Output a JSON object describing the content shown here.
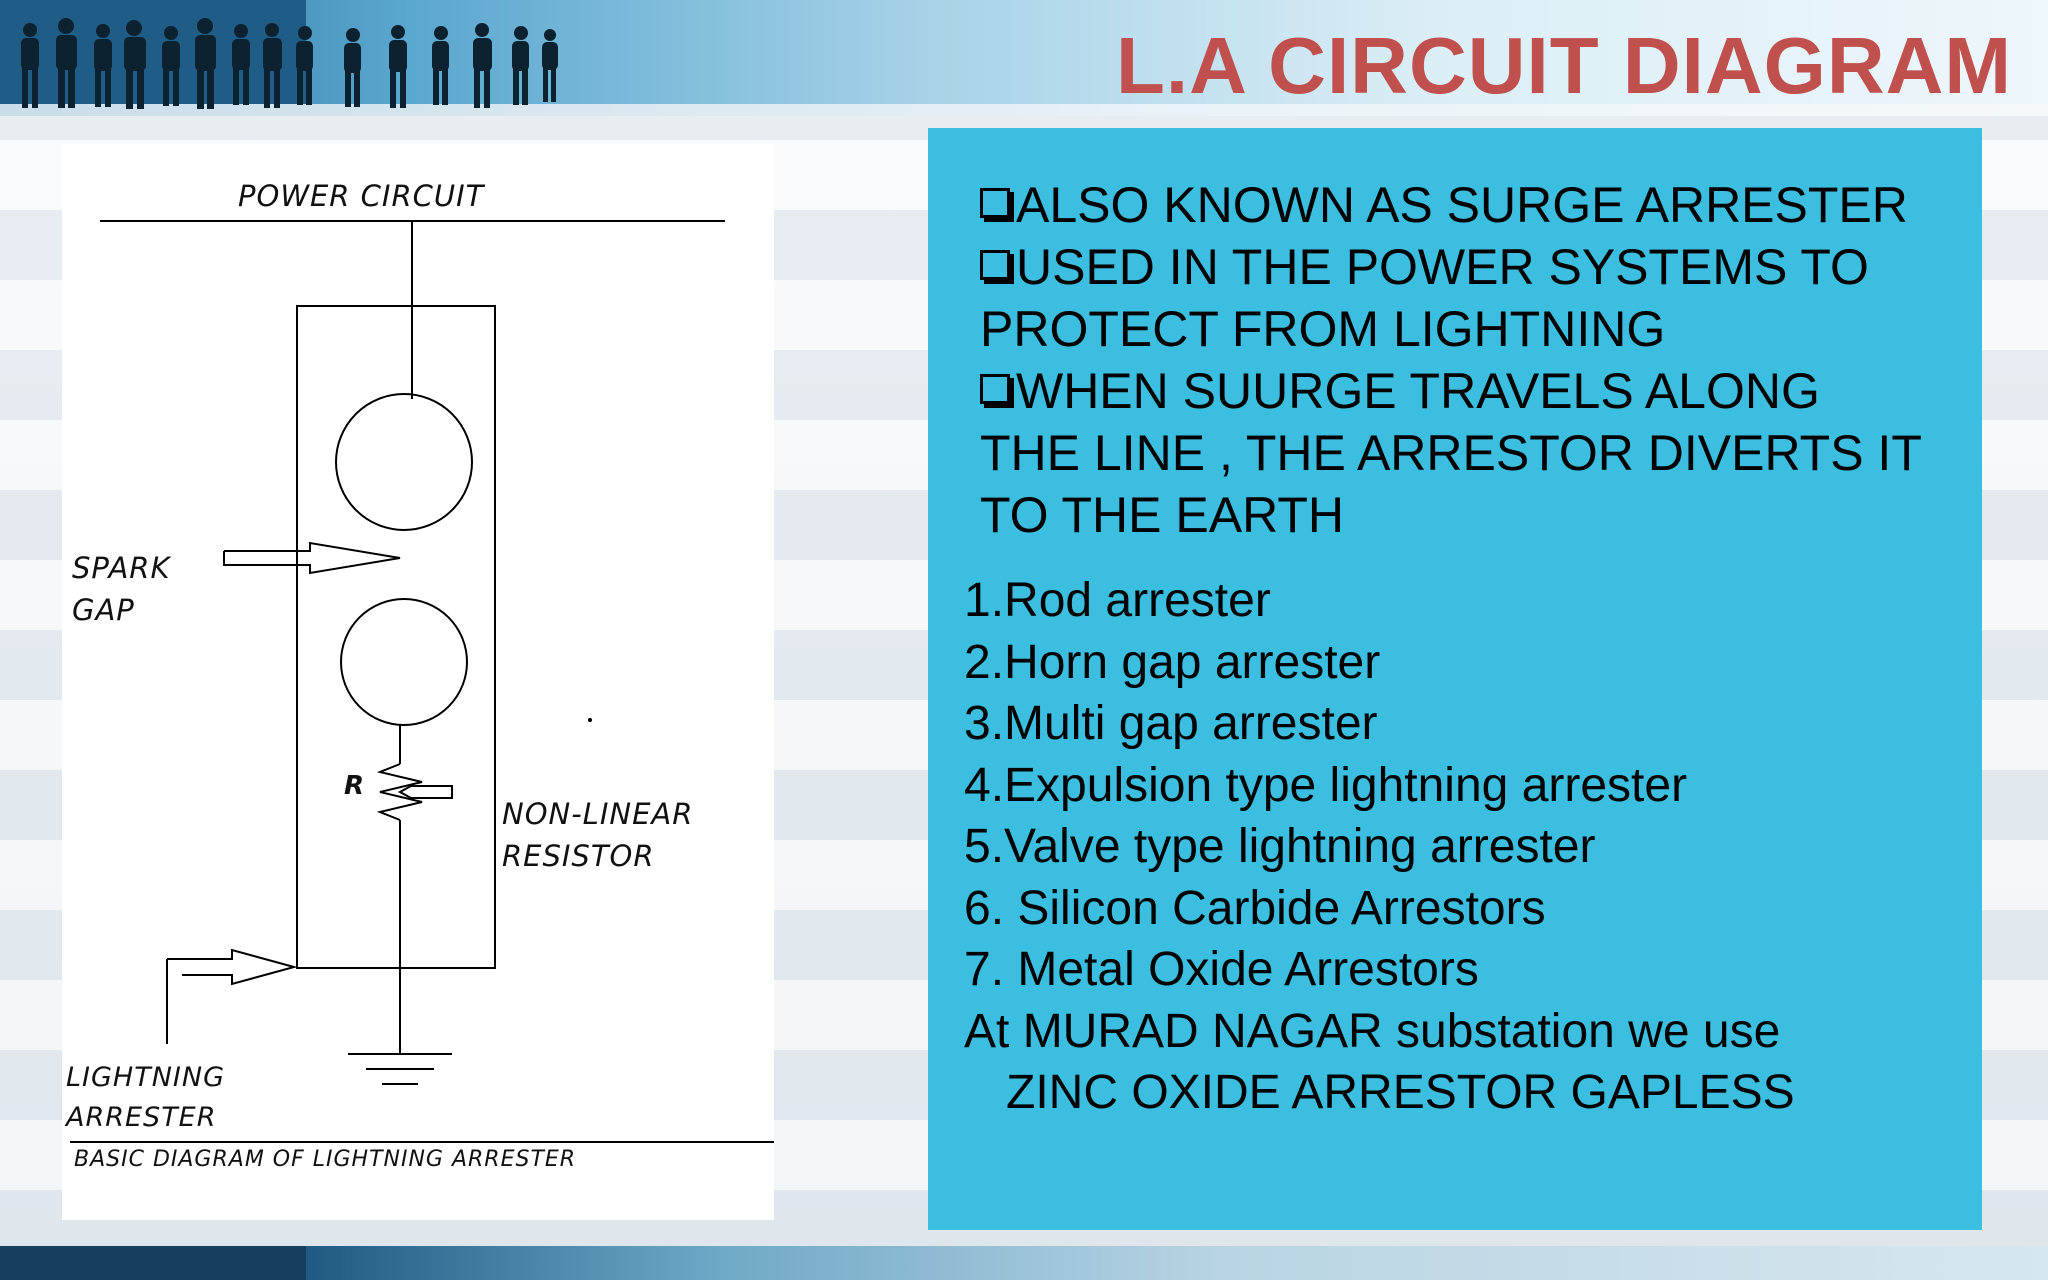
{
  "slide": {
    "title": "L.A CIRCUIT DIAGRAM"
  },
  "diagram": {
    "power_label": "POWER CIRCUIT",
    "spark_gap_line1": "SPARK",
    "spark_gap_line2": "GAP",
    "resistor_symbol": "R",
    "nonlinear_line1": "NON-LINEAR",
    "nonlinear_line2": "RESISTOR",
    "arrester_line1": "LIGHTNING",
    "arrester_line2": "ARRESTER",
    "caption": "BASIC DIAGRAM OF LIGHTNING ARRESTER"
  },
  "info": {
    "bullets": [
      "ALSO KNOWN AS SURGE ARRESTER",
      "USED IN THE POWER SYSTEMS TO\nPROTECT FROM LIGHTNING",
      "WHEN SUURGE TRAVELS ALONG\nTHE LINE , THE ARRESTOR DIVERTS IT\nTO THE EARTH"
    ],
    "types": [
      "1.Rod arrester",
      "2.Horn gap arrester",
      "3.Multi gap arrester",
      "4.Expulsion type lightning arrester",
      "5.Valve type lightning arrester",
      "6. Silicon Carbide Arrestors",
      "7. Metal Oxide Arrestors"
    ],
    "note_line1": "At MURAD NAGAR substation we use",
    "note_line2": "ZINC OXIDE ARRESTOR GAPLESS"
  },
  "colors": {
    "title": "#c0504d",
    "panel": "#3bbedf"
  }
}
